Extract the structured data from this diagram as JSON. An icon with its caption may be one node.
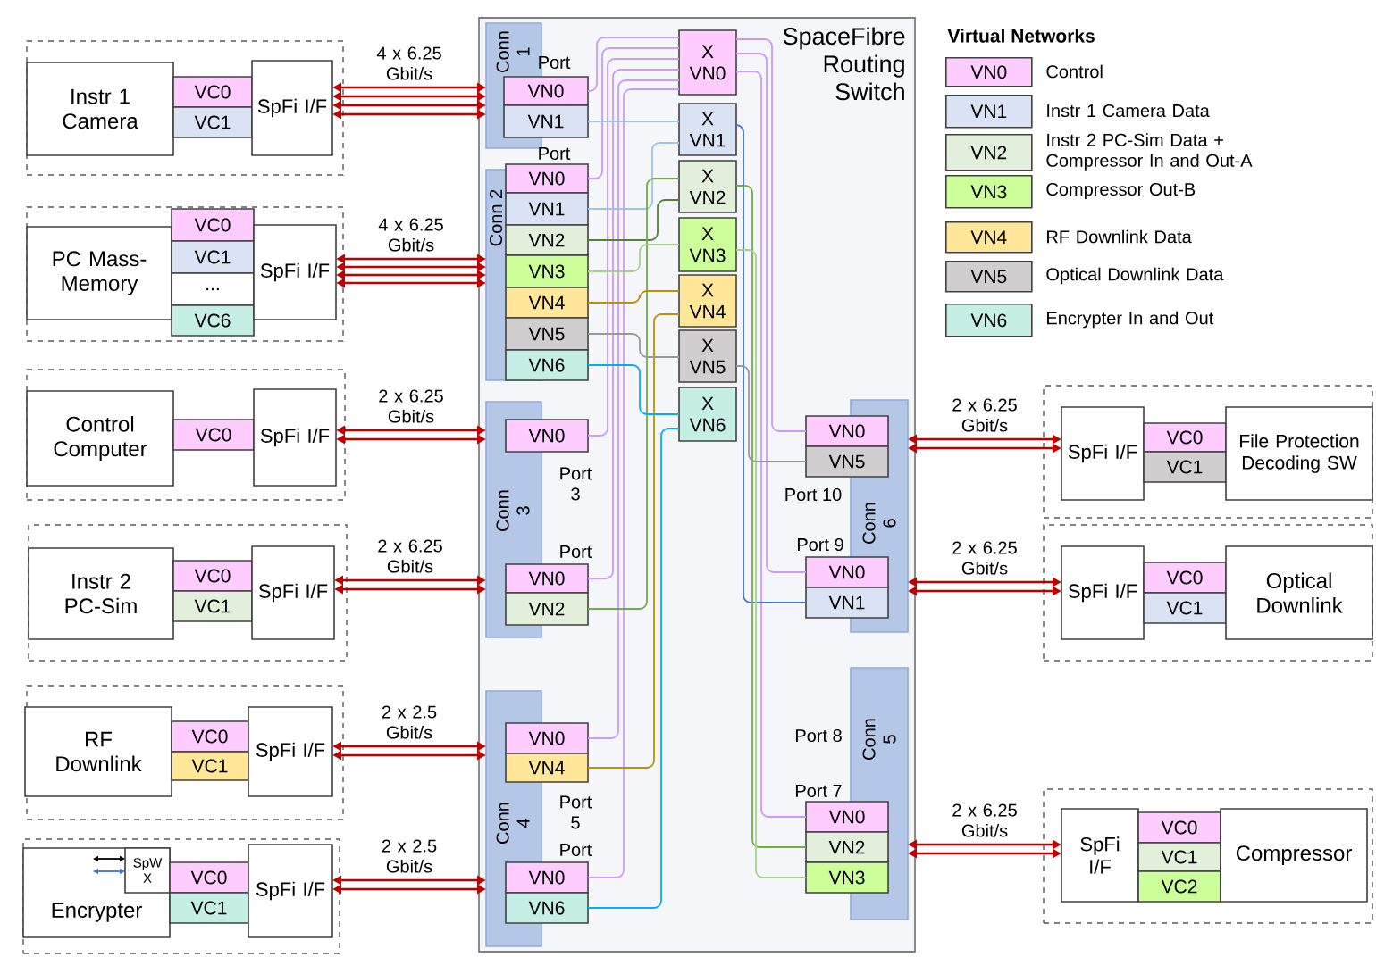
{
  "diagram": {
    "nodes": [
      {
        "text": [],
        "shape": "box"
      },
      {
        "text": [
          "Instr 1 Camera"
        ],
        "in": 0
      },
      {
        "text": [
          "VC0"
        ],
        "in": 0
      },
      {
        "text": [
          "VC1"
        ],
        "in": 0
      },
      {
        "text": [
          "SpFi I/F"
        ],
        "in": 0
      },
      {
        "text": [],
        "shape": "box"
      },
      {
        "text": [
          "PC Mass-Memory"
        ],
        "in": 5
      },
      {
        "text": [
          "VC0"
        ],
        "in": 5
      },
      {
        "text": [
          "VC1"
        ],
        "in": 5
      },
      {
        "text": [
          "..."
        ],
        "in": 5
      },
      {
        "text": [
          "VC6"
        ],
        "in": 5
      },
      {
        "text": [
          "SpFi I/F"
        ],
        "in": 5
      },
      {
        "text": [],
        "shape": "box"
      },
      {
        "text": [
          "Control Computer"
        ],
        "in": 12
      },
      {
        "text": [
          "VC0"
        ],
        "in": 12
      },
      {
        "text": [
          "SpFi I/F"
        ],
        "in": 12
      },
      {
        "text": [],
        "shape": "box"
      },
      {
        "text": [
          "Instr 2 PC-Sim"
        ],
        "in": 16
      },
      {
        "text": [
          "VC0"
        ],
        "in": 16
      },
      {
        "text": [
          "VC1"
        ],
        "in": 16
      },
      {
        "text": [
          "SpFi I/F"
        ],
        "in": 16
      },
      {
        "text": [],
        "shape": "box"
      },
      {
        "text": [
          "RF Downlink"
        ],
        "in": 21
      },
      {
        "text": [
          "VC0"
        ],
        "in": 21
      },
      {
        "text": [
          "VC1"
        ],
        "in": 21
      },
      {
        "text": [
          "SpFi I/F"
        ],
        "in": 21
      },
      {
        "text": [],
        "shape": "box"
      },
      {
        "text": [
          "Encrypter"
        ],
        "in": 26
      },
      {
        "text": [
          "SpW X"
        ],
        "in": 27
      },
      {
        "text": [
          "VC0"
        ],
        "in": 26
      },
      {
        "text": [
          "VC1"
        ],
        "in": 26
      },
      {
        "text": [
          "SpFi I/F"
        ],
        "in": 26
      },
      {
        "text": [
          "SpaceFibre Routing Switch"
        ]
      },
      {
        "text": [
          "Conn 1"
        ],
        "in": 32
      },
      {
        "text": [
          "VN0"
        ],
        "in": 32
      },
      {
        "text": [
          "VN1"
        ],
        "in": 32
      },
      {
        "text": [
          "Conn 2"
        ],
        "in": 32
      },
      {
        "text": [
          "VN0"
        ],
        "in": 32
      },
      {
        "text": [
          "VN1"
        ],
        "in": 32
      },
      {
        "text": [
          "VN2"
        ],
        "in": 32
      },
      {
        "text": [
          "VN3"
        ],
        "in": 32
      },
      {
        "text": [
          "VN4"
        ],
        "in": 32
      },
      {
        "text": [
          "VN5"
        ],
        "in": 32
      },
      {
        "text": [
          "VN6"
        ],
        "in": 32
      },
      {
        "text": [
          "Conn 3"
        ],
        "in": 32
      },
      {
        "text": [
          "VN0"
        ],
        "in": 32
      },
      {
        "text": [
          "VN0"
        ],
        "in": 32
      },
      {
        "text": [
          "VN2"
        ],
        "in": 32
      },
      {
        "text": [
          "Conn 4"
        ],
        "in": 32
      },
      {
        "text": [
          "VN0"
        ],
        "in": 32
      },
      {
        "text": [
          "VN4"
        ],
        "in": 32
      },
      {
        "text": [
          "VN0"
        ],
        "in": 32
      },
      {
        "text": [
          "VN6"
        ],
        "in": 32
      },
      {
        "text": [
          "X VN0"
        ],
        "in": 32
      },
      {
        "text": [
          "X VN1"
        ],
        "in": 32
      },
      {
        "text": [
          "X VN2"
        ],
        "in": 32
      },
      {
        "text": [
          "X VN3"
        ],
        "in": 32
      },
      {
        "text": [
          "X VN4"
        ],
        "in": 32
      },
      {
        "text": [
          "X VN5"
        ],
        "in": 32
      },
      {
        "text": [
          "X VN6"
        ],
        "in": 32
      },
      {
        "text": [
          "Conn 6"
        ],
        "in": 32
      },
      {
        "text": [
          "VN0"
        ],
        "in": 32
      },
      {
        "text": [
          "VN5"
        ],
        "in": 32
      },
      {
        "text": [
          "VN0"
        ],
        "in": 32
      },
      {
        "text": [
          "VN1"
        ],
        "in": 32
      },
      {
        "text": [
          "Conn 5"
        ],
        "in": 32
      },
      {
        "text": [
          "VN0"
        ],
        "in": 32
      },
      {
        "text": [
          "VN2"
        ],
        "in": 32
      },
      {
        "text": [
          "VN3"
        ],
        "in": 32
      },
      {
        "text": [],
        "shape": "box"
      },
      {
        "text": [
          "SpFi I/F"
        ],
        "in": 69
      },
      {
        "text": [
          "VC0"
        ],
        "in": 69
      },
      {
        "text": [
          "VC1"
        ],
        "in": 69
      },
      {
        "text": [
          "File Protection Decoding SW"
        ],
        "in": 69
      },
      {
        "text": [],
        "shape": "box"
      },
      {
        "text": [
          "SpFi I/F"
        ],
        "in": 74
      },
      {
        "text": [
          "VC0"
        ],
        "in": 74
      },
      {
        "text": [
          "VC1"
        ],
        "in": 74
      },
      {
        "text": [
          "Optical Downlink"
        ],
        "in": 74
      },
      {
        "text": [],
        "shape": "box"
      },
      {
        "text": [
          "SpFi I/F"
        ],
        "in": 79
      },
      {
        "text": [
          "VC0"
        ],
        "in": 79
      },
      {
        "text": [
          "VC1"
        ],
        "in": 79
      },
      {
        "text": [
          "VC2"
        ],
        "in": 79
      },
      {
        "text": [
          "Compressor"
        ],
        "in": 79
      }
    ],
    "edges": [
      {
        "from": 4,
        "to": 33,
        "label": "4 x 6.25 Gbit/s",
        "arrow": "both"
      },
      {
        "from": 11,
        "to": 36,
        "label": "4 x 6.25 Gbit/s",
        "arrow": "both"
      },
      {
        "from": 15,
        "to": 44,
        "label": "2 x 6.25 Gbit/s",
        "arrow": "both"
      },
      {
        "from": 20,
        "to": 44,
        "label": "2 x 6.25 Gbit/s",
        "arrow": "both"
      },
      {
        "from": 25,
        "to": 48,
        "label": "2 x 2.5 Gbit/s",
        "arrow": "both"
      },
      {
        "from": 31,
        "to": 48,
        "label": "2 x 2.5 Gbit/s",
        "arrow": "both"
      },
      {
        "from": 60,
        "to": 70,
        "label": "2 x 6.25 Gbit/s",
        "arrow": "both"
      },
      {
        "from": 60,
        "to": 75,
        "label": "2 x 6.25 Gbit/s",
        "arrow": "both"
      },
      {
        "from": 65,
        "to": 80,
        "label": "2 x 6.25 Gbit/s",
        "arrow": "both"
      },
      {
        "from": 34,
        "to": 53,
        "arrow": "none",
        "color": "#cc99ff"
      },
      {
        "from": 37,
        "to": 53,
        "arrow": "none",
        "color": "#cc99ff"
      },
      {
        "from": 45,
        "to": 53,
        "arrow": "none",
        "color": "#cc99ff"
      },
      {
        "from": 46,
        "to": 53,
        "arrow": "none",
        "color": "#cc99ff"
      },
      {
        "from": 49,
        "to": 53,
        "arrow": "none",
        "color": "#cc99ff"
      },
      {
        "from": 51,
        "to": 53,
        "arrow": "none",
        "color": "#cc99ff"
      },
      {
        "from": 53,
        "to": 61,
        "arrow": "none",
        "color": "#cc99ff"
      },
      {
        "from": 53,
        "to": 63,
        "arrow": "none",
        "color": "#cc99ff"
      },
      {
        "from": 53,
        "to": 66,
        "arrow": "none",
        "color": "#cc99ff"
      },
      {
        "from": 35,
        "to": 54,
        "arrow": "none",
        "color": "#9dc3e6"
      },
      {
        "from": 38,
        "to": 54,
        "arrow": "none",
        "color": "#9dc3e6"
      },
      {
        "from": 54,
        "to": 64,
        "arrow": "none",
        "color": "#4472c4"
      },
      {
        "from": 39,
        "to": 55,
        "arrow": "none",
        "color": "#548235"
      },
      {
        "from": 47,
        "to": 55,
        "arrow": "none",
        "color": "#70ad47"
      },
      {
        "from": 55,
        "to": 67,
        "arrow": "none",
        "color": "#70ad47"
      },
      {
        "from": 40,
        "to": 56,
        "arrow": "none",
        "color": "#a9d18e"
      },
      {
        "from": 56,
        "to": 68,
        "arrow": "none",
        "color": "#a9d18e"
      },
      {
        "from": 41,
        "to": 57,
        "arrow": "none",
        "color": "#bf9000"
      },
      {
        "from": 50,
        "to": 57,
        "arrow": "none",
        "color": "#bf9000"
      },
      {
        "from": 42,
        "to": 58,
        "arrow": "none",
        "color": "#999999"
      },
      {
        "from": 58,
        "to": 62,
        "arrow": "none",
        "color": "#999999"
      },
      {
        "from": 43,
        "to": 59,
        "arrow": "none",
        "color": "#00b0f0"
      },
      {
        "from": 52,
        "to": 59,
        "arrow": "none",
        "color": "#00b0f0"
      },
      {
        "from": null,
        "to": 28,
        "arrow": "both",
        "color": "#000000"
      },
      {
        "from": null,
        "to": 28,
        "arrow": "both",
        "color": "#4472c4"
      }
    ],
    "labels": [
      "Virtual Networks",
      "VN0",
      "VN1",
      "VN2",
      "VN3",
      "VN4",
      "VN5",
      "VN6",
      "Port",
      "Port",
      "Port 3",
      "Port",
      "Port 5",
      "Port",
      "Port 10",
      "Port 9",
      "Port 8",
      "Port 7"
    ],
    "legend": [
      {
        "text": "Control",
        "color": "#ffccff"
      },
      {
        "text": "Instr 1 Camera Data",
        "color": "#dae3f3"
      },
      {
        "text": "Instr 2 PC-Sim Data + Compressor In and Out-A",
        "color": "#e2efda"
      },
      {
        "text": "Compressor Out-B",
        "color": "#ccff99"
      },
      {
        "text": "RF Downlink Data",
        "color": "#ffe699"
      },
      {
        "text": "Optical Downlink Data",
        "color": "#d0cece"
      },
      {
        "text": "Encrypter In and Out",
        "color": "#c5eee4"
      }
    ]
  }
}
